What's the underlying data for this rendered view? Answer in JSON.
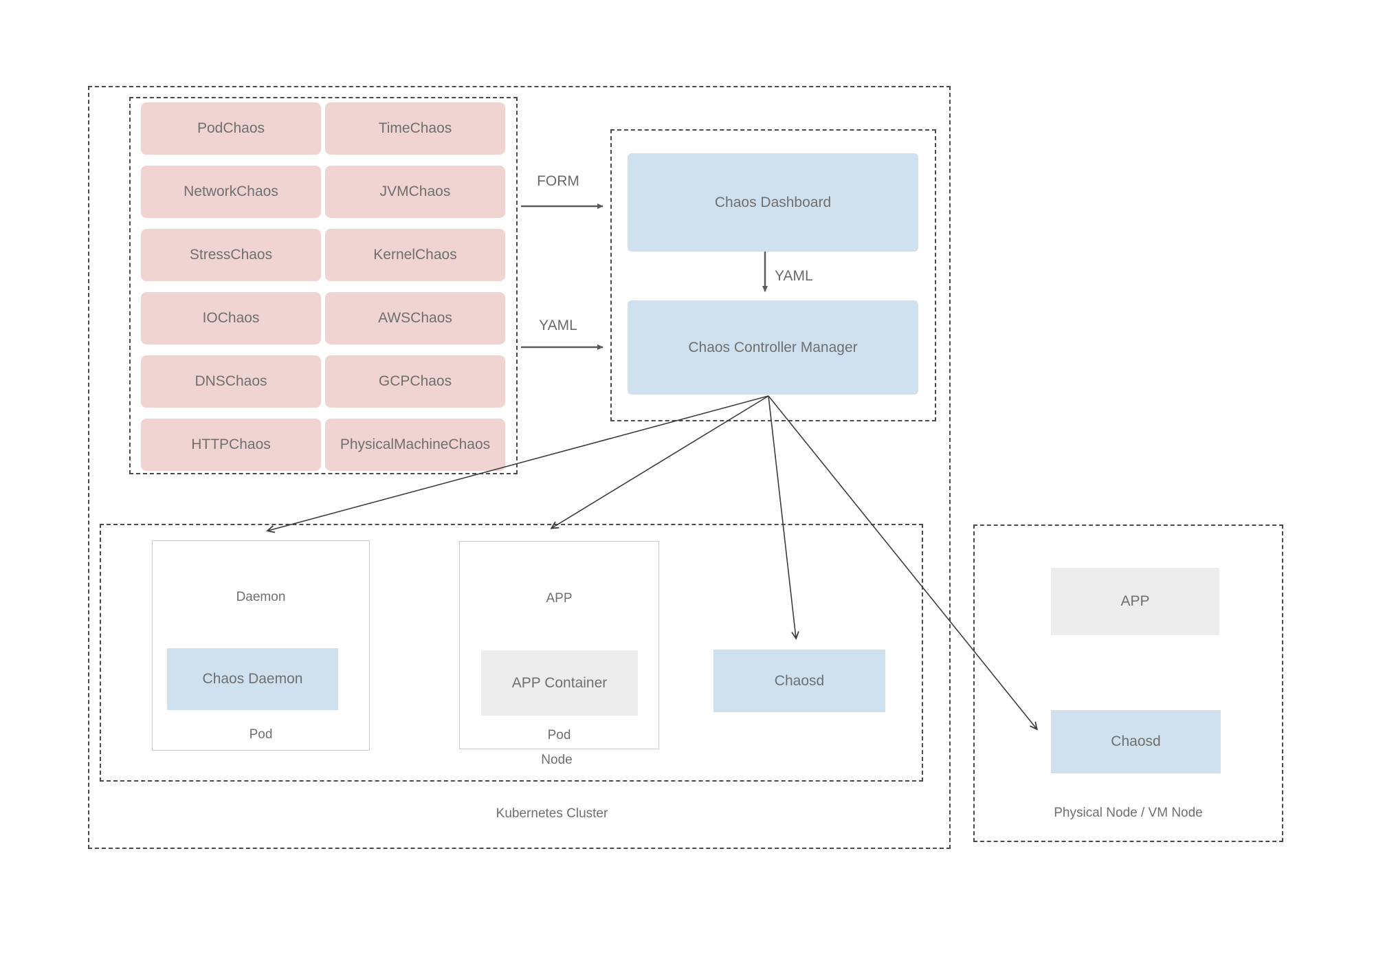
{
  "chaos_types": [
    "PodChaos",
    "TimeChaos",
    "NetworkChaos",
    "JVMChaos",
    "StressChaos",
    "KernelChaos",
    "IOChaos",
    "AWSChaos",
    "DNSChaos",
    "GCPChaos",
    "HTTPChaos",
    "PhysicalMachineChaos"
  ],
  "labels": {
    "form": "FORM",
    "yaml_request": "YAML",
    "yaml_dashboard": "YAML"
  },
  "control_plane": {
    "dashboard": "Chaos Dashboard",
    "controller_manager": "Chaos Controller Manager"
  },
  "kubernetes": {
    "cluster_label": "Kubernetes Cluster",
    "node_label": "Node",
    "daemon_pod": {
      "title": "Daemon",
      "container": "Chaos Daemon",
      "footer": "Pod"
    },
    "app_pod": {
      "title": "APP",
      "container": "APP Container",
      "footer": "Pod"
    },
    "chaosd_label": "Chaosd"
  },
  "physical_node": {
    "label": "Physical Node / VM Node",
    "app_label": "APP",
    "chaosd_label": "Chaosd"
  },
  "colors": {
    "pink": "#EFD4D2",
    "blue": "#CFE1EF",
    "gray": "#EDEDED",
    "text": "#6F6F6F",
    "dash_border": "#4A4A4A",
    "arrow": "#3C3C3C"
  }
}
